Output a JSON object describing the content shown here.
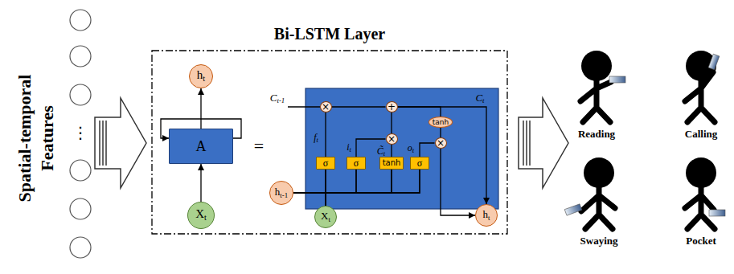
{
  "diagram": {
    "nodes": [
      {
        "text": [
          "Bi-LSTM Layer"
        ]
      },
      {
        "text": [
          "ht"
        ],
        "in": 0
      },
      {
        "text": [
          "A"
        ],
        "in": 0
      },
      {
        "text": [
          "Xt"
        ],
        "in": 0
      },
      {
        "text": [
          "×"
        ],
        "in": 0
      },
      {
        "text": [
          "+"
        ],
        "in": 0
      },
      {
        "text": [
          "×"
        ],
        "in": 0
      },
      {
        "text": [
          "tanh"
        ],
        "in": 0
      },
      {
        "text": [
          "×"
        ],
        "in": 0
      },
      {
        "text": [
          "σ"
        ],
        "in": 0
      },
      {
        "text": [
          "σ"
        ],
        "in": 0
      },
      {
        "text": [
          "tanh"
        ],
        "in": 0
      },
      {
        "text": [
          "σ"
        ],
        "in": 0
      },
      {
        "text": [
          "ht-1"
        ],
        "in": 0
      },
      {
        "text": [
          "Xt"
        ],
        "in": 0
      },
      {
        "text": [
          "ht"
        ],
        "in": 0
      }
    ],
    "edges": [
      {
        "from": 3,
        "to": 2,
        "arrow": "to"
      },
      {
        "from": 2,
        "to": 1,
        "arrow": "to"
      },
      {
        "from": 4,
        "to": 5,
        "arrow": "none"
      },
      {
        "from": 9,
        "to": 4,
        "arrow": "none"
      },
      {
        "from": 10,
        "to": 6,
        "arrow": "none"
      },
      {
        "from": 11,
        "to": 6,
        "arrow": "none"
      },
      {
        "from": 6,
        "to": 5,
        "arrow": "none"
      },
      {
        "from": 5,
        "to": 7,
        "arrow": "none"
      },
      {
        "from": 7,
        "to": 8,
        "arrow": "none"
      },
      {
        "from": 12,
        "to": 8,
        "arrow": "none"
      },
      {
        "from": 5,
        "to": 15,
        "arrow": "to"
      },
      {
        "from": 8,
        "to": 15,
        "arrow": "to"
      },
      {
        "from": 13,
        "to": 9,
        "arrow": "none"
      },
      {
        "from": 13,
        "to": 10,
        "arrow": "none"
      },
      {
        "from": 13,
        "to": 11,
        "arrow": "none"
      },
      {
        "from": 13,
        "to": 12,
        "arrow": "none"
      },
      {
        "from": 14,
        "to": 9,
        "arrow": "none"
      },
      {
        "from": 14,
        "to": 10,
        "arrow": "none"
      },
      {
        "from": 14,
        "to": 11,
        "arrow": "none"
      },
      {
        "from": 14,
        "to": 12,
        "arrow": "none"
      }
    ],
    "labels": [
      "Spatial-temporal Features",
      "⋮",
      "=",
      "Ct-1",
      "ft",
      "it",
      "C̃t",
      "ot",
      "Ct",
      "Reading",
      "Calling",
      "Swaying",
      "Pocket"
    ]
  }
}
